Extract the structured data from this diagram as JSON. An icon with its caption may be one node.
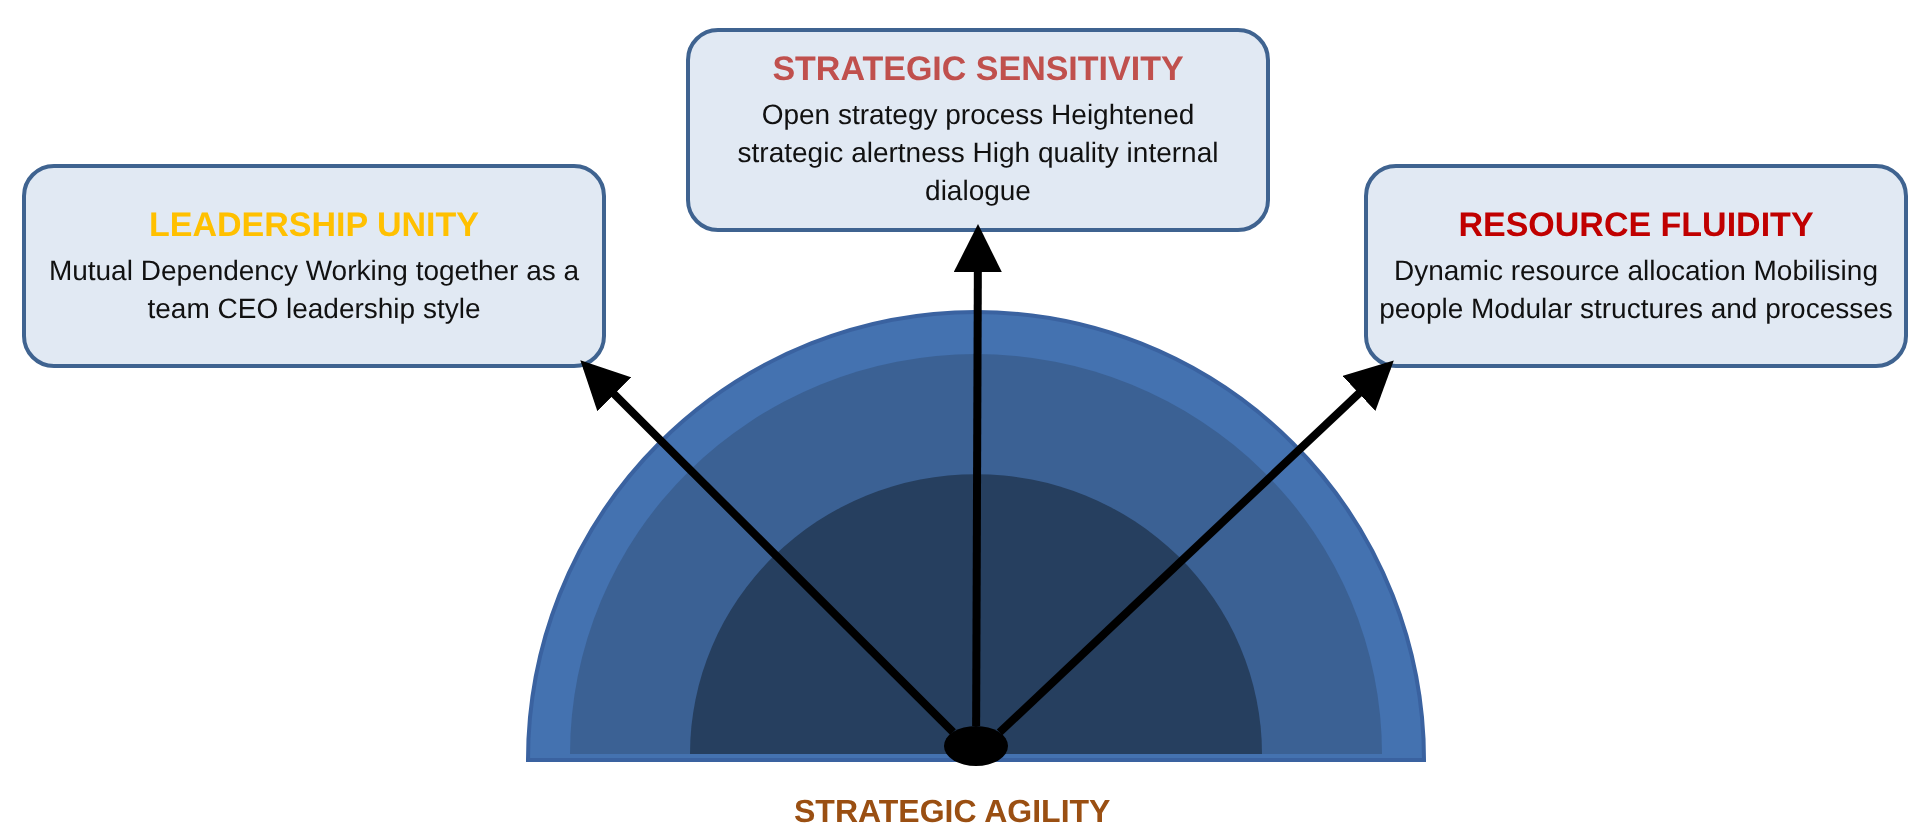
{
  "diagram": {
    "nodes": [
      {
        "text": [
          "STRATEGIC SENSITIVITY",
          "Open strategy process Heightened strategic alertness High quality internal dialogue"
        ]
      },
      {
        "text": [
          "LEADERSHIP UNITY",
          "Mutual Dependency Working together as a team CEO leadership style"
        ]
      },
      {
        "text": [
          "RESOURCE FLUIDITY",
          "Dynamic resource allocation Mobilising people Modular structures and processes"
        ]
      },
      {
        "text": [],
        "shape": "circle"
      }
    ],
    "edges": [
      {
        "from": 3,
        "to": 1,
        "arrow": "to"
      },
      {
        "from": 3,
        "to": 0,
        "arrow": "to"
      },
      {
        "from": 3,
        "to": 2,
        "arrow": "to"
      }
    ],
    "labels": [
      "STRATEGIC AGILITY"
    ]
  }
}
